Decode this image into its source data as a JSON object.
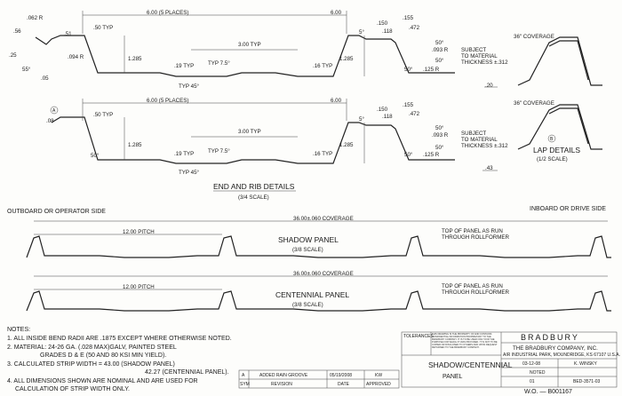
{
  "ui": {
    "ink": "#1a1a1a",
    "paper": "#fdfdfb"
  },
  "rib_section_1": {
    "dims": {
      "r062": ".062 R",
      "d56": ".56",
      "d51": ".51",
      "d50typ": ".50 TYP",
      "d094": ".094 R",
      "d25": ".25",
      "a55": "55°",
      "d05": ".05",
      "six_places": "6.00 (5 PLACES)",
      "six": "6.00",
      "d1285a": "1.285",
      "d300typ": "3.00 TYP",
      "d19typ": ".19 TYP",
      "typ75": "TYP 7.5°",
      "d16typ": ".16 TYP",
      "typ45": "TYP 45°",
      "d150": ".150",
      "d118": ".118",
      "d155": ".155",
      "d472": ".472",
      "a50a": "50°",
      "d093": ".093 R",
      "d1285b": "1.285",
      "a50b": "50°",
      "d125": ".125 R",
      "a50c": "50°",
      "d20": ".20",
      "a5": "5°",
      "subj1": "SUBJECT",
      "subj2": "TO MATERIAL",
      "subj3": "THICKNESS ±.312"
    }
  },
  "rib_section_2": {
    "dims": {
      "marker": "A",
      "d08": ".08",
      "d50typ": ".50 TYP",
      "six_places": "6.00 (5 PLACES)",
      "six": "6.00",
      "d1285a": "1.285",
      "a50a": "50°",
      "d300typ": "3.00 TYP",
      "d19typ": ".19 TYP",
      "typ75": "TYP 7.5°",
      "d16typ": ".16 TYP",
      "typ45": "TYP 45°",
      "d150": ".150",
      "d118": ".118",
      "d155": ".155",
      "d472": ".472",
      "a50b": "50°",
      "d093": ".093 R",
      "d1285b": "1.285",
      "a50c": "50°",
      "d125": ".125 R",
      "a50d": "50°",
      "d43": ".43",
      "a5": "5°",
      "subj1": "SUBJECT",
      "subj2": "TO MATERIAL",
      "subj3": "THICKNESS ±.312"
    }
  },
  "end_rib_title": "END AND RIB DETAILS",
  "end_rib_scale": "(3/4 SCALE)",
  "lap": {
    "coverage1": "36\" COVERAGE",
    "coverage2": "36\" COVERAGE",
    "marker": "B",
    "title": "LAP DETAILS",
    "scale": "(1/2 SCALE)"
  },
  "sides": {
    "left": "OUTBOARD OR OPERATOR SIDE",
    "right": "INBOARD OR DRIVE SIDE"
  },
  "shadow_panel": {
    "coverage": "36.00±.060 COVERAGE",
    "pitch": "12.00 PITCH",
    "title": "SHADOW PANEL",
    "scale": "(3/8 SCALE)",
    "note1": "TOP OF PANEL AS RUN",
    "note2": "THROUGH ROLLFORMER"
  },
  "centennial_panel": {
    "coverage": "36.00±.060 COVERAGE",
    "pitch": "12.00 PITCH",
    "title": "CENTENNIAL PANEL",
    "scale": "(3/8 SCALE)",
    "note1": "TOP OF PANEL AS RUN",
    "note2": "THROUGH ROLLFORMER"
  },
  "notes": {
    "heading": "NOTES:",
    "n1": "1. ALL INSIDE BEND RADII ARE .1875 EXCEPT WHERE OTHERWISE NOTED.",
    "n2a": "2. MATERIAL: 24-26 GA. (.028 MAX)GALV, PAINTED STEEL",
    "n2b": "GRADES D & E (50 AND 80 KSI MIN YIELD).",
    "n3a": "3. CALCULATED STRIP WIDTH = 43.00 (SHADOW PANEL)",
    "n3b": "42.27 (CENTENNIAL PANEL).",
    "n4a": "4. ALL DIMENSIONS SHOWN ARE NOMINAL AND ARE USED FOR",
    "n4b": "CALCULATION OF STRIP WIDTH ONLY."
  },
  "revision": {
    "row": {
      "sym": "A",
      "desc": "ADDED RAIN GROOVE",
      "date": "05/19/2008",
      "by": "KW"
    },
    "header": {
      "sym": "SYM",
      "desc": "REVISION",
      "date": "DATE",
      "by": "APPROVED"
    }
  },
  "title_block": {
    "tolerances": "TOLERANCES",
    "prop_text": "THIS DRAWING IS THE PROPERTY OF AND CONTAINS CONFIDENTIAL INFORMATION PROPRIETARY TO THE BRADBURY COMPANY. IT IS TO BE USED ONLY FOR THE PURPOSE FOR WHICH IT WAS PROVIDED. IT IS NOT TO BE COPIED OR DISCLOSED TO OTHERS AND UPON REQUEST RETURNED TO THE BRADBURY COMPANY.",
    "brand": "BRADBURY",
    "company": "THE BRADBURY COMPANY, INC.",
    "address": "AIR INDUSTRIAL PARK, MOUNDRIDGE, KS 67107 U.S.A.",
    "drawing_title": "SHADOW/CENTENNIAL",
    "drawing_title2": "PANEL",
    "date": "03-12-08",
    "drawn": "K. WINSKY",
    "scale": "NOTED",
    "sheet": "01",
    "dwg_no": "BED-3571-03",
    "wo": "W.O. — B001167"
  }
}
